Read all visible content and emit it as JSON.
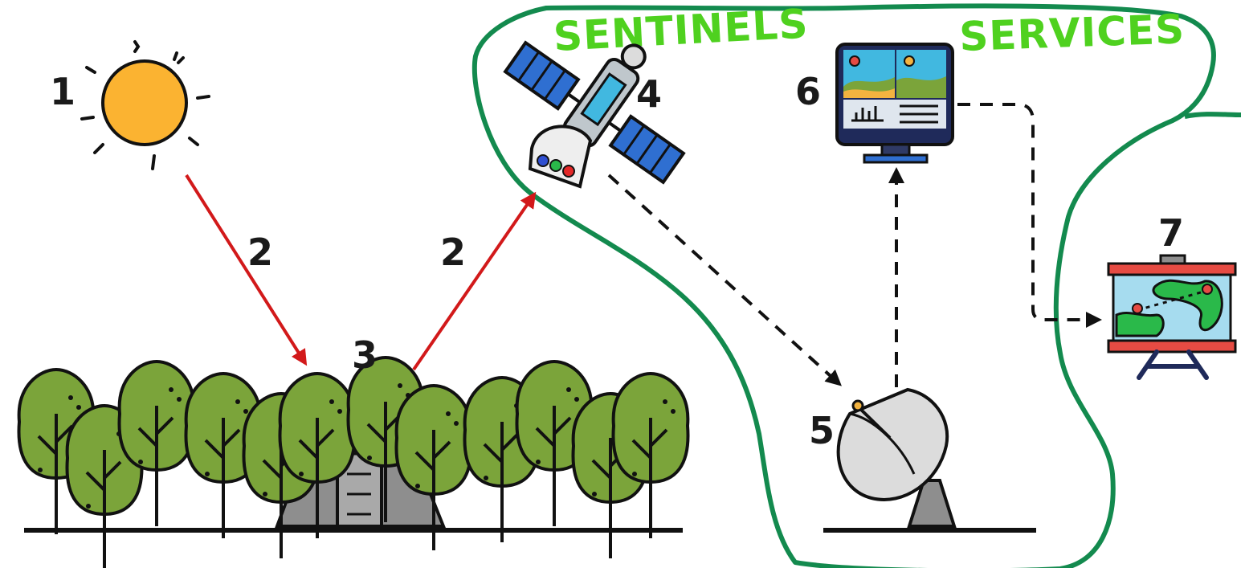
{
  "labels": {
    "n1": "1",
    "n2a": "2",
    "n2b": "2",
    "n3": "3",
    "n4": "4",
    "n5": "5",
    "n6": "6",
    "n7": "7"
  },
  "regions": {
    "sentinels": "SENTINELS",
    "services": "SERVICES"
  },
  "colors": {
    "boundary": "#138a4e",
    "handwriting": "#4fd11f",
    "radiation_arrow": "#d2191a",
    "data_arrow": "#111111",
    "tree_canopy": "#7ba43a",
    "sun": "#fbb331",
    "screen_bg": "#41b8e0",
    "board_frame": "#e64b43"
  },
  "icons": [
    "sun-icon",
    "forest-icon",
    "satellite-icon",
    "ground-antenna-icon",
    "monitor-icon",
    "map-board-icon"
  ]
}
